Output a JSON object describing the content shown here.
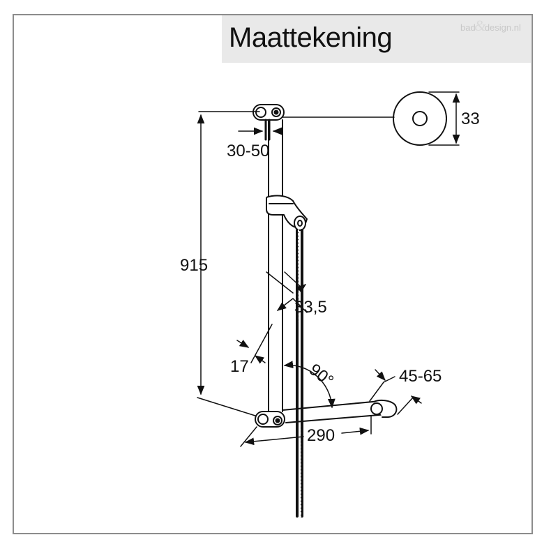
{
  "title": "Maattekening",
  "watermark": {
    "left": "bad",
    "amp": "&",
    "right": "design.nl"
  },
  "dimensions": {
    "height_total": "915",
    "bracket_spacing": "30-50",
    "rosette_diameter": "33",
    "bar_diameter": "33,5",
    "bar_wall_offset": "17",
    "angle": "90°",
    "depth_range": "45-65",
    "horizontal_length": "290"
  },
  "colors": {
    "line": "#111111",
    "frame": "#8c8c8c",
    "title_bg": "#e9e9e9"
  }
}
